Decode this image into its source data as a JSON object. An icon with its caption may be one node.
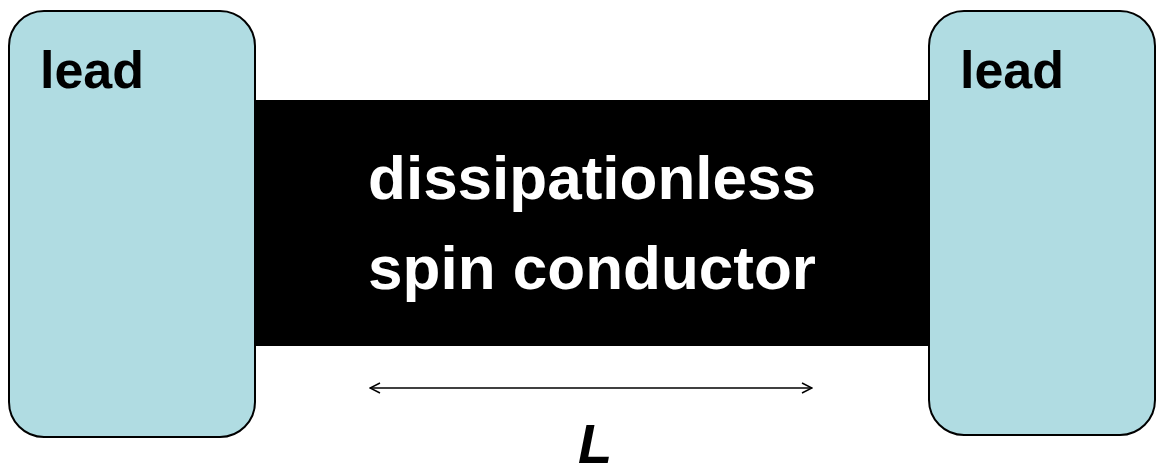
{
  "diagram": {
    "nodes": [
      {
        "text": [
          "lead"
        ]
      },
      {
        "text": [
          "dissipationless spin conductor"
        ]
      },
      {
        "text": [
          "lead"
        ]
      }
    ],
    "labels": [
      "L"
    ]
  }
}
